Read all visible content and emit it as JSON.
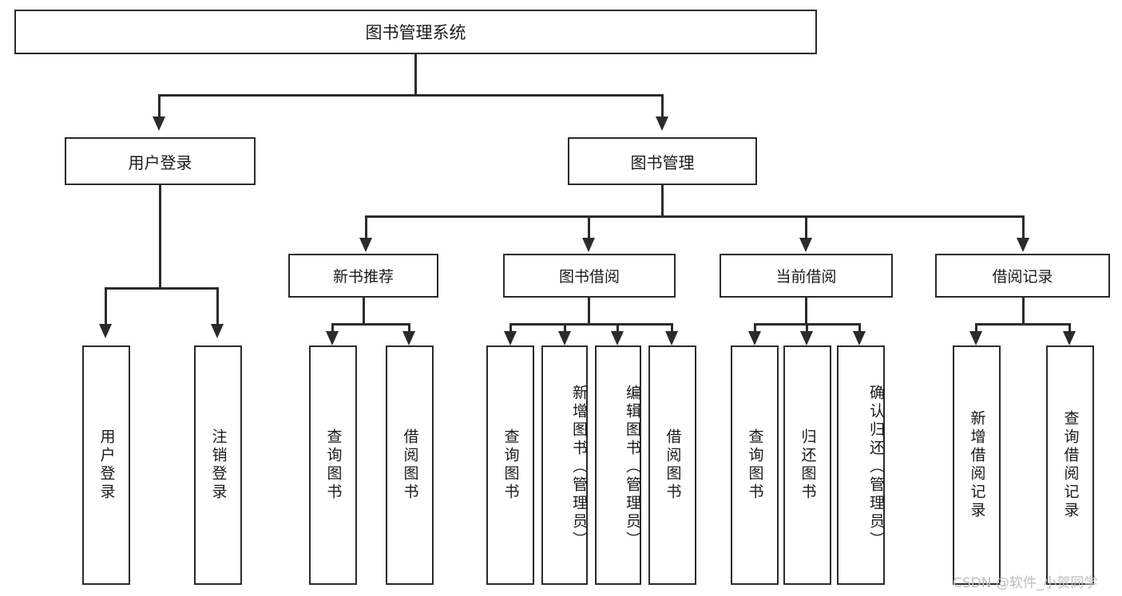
{
  "diagram": {
    "title": "图书管理系统",
    "type": "tree-hierarchy-diagram",
    "root": {
      "label": "图书管理系统"
    },
    "level1": [
      {
        "label": "用户登录"
      },
      {
        "label": "图书管理"
      }
    ],
    "level2": [
      {
        "label": "新书推荐"
      },
      {
        "label": "图书借阅"
      },
      {
        "label": "当前借阅"
      },
      {
        "label": "借阅记录"
      }
    ],
    "leaves": {
      "user_login": [
        {
          "label": "用户登录"
        },
        {
          "label": "注销登录"
        }
      ],
      "new_book_recommend": [
        {
          "label": "查询图书"
        },
        {
          "label": "借阅图书"
        }
      ],
      "book_borrow": [
        {
          "label": "查询图书"
        },
        {
          "label": "新增图书（管理员）"
        },
        {
          "label": "编辑图书（管理员）"
        },
        {
          "label": "借阅图书"
        }
      ],
      "current_borrow": [
        {
          "label": "查询图书"
        },
        {
          "label": "归还图书"
        },
        {
          "label": "确认归还（管理员）"
        }
      ],
      "borrow_record": [
        {
          "label": "新增借阅记录"
        },
        {
          "label": "查询借阅记录"
        }
      ]
    }
  },
  "watermark": {
    "text": "CSDN @软件_小贺同学"
  },
  "colors": {
    "stroke": "#2b2b2b",
    "background": "#ffffff",
    "text": "#1a1a1a",
    "watermark": "#bdbdbd"
  }
}
